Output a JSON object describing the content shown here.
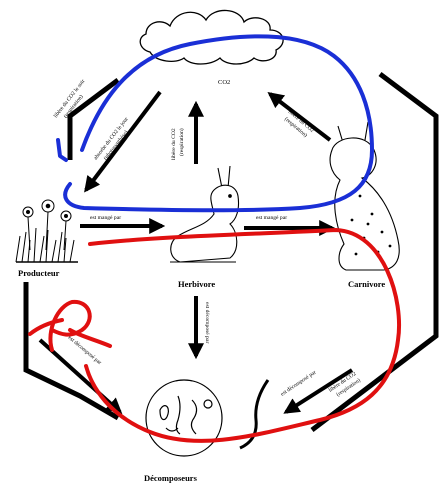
{
  "nodes": {
    "producteur": "Producteur",
    "herbivore": "Herbivore",
    "carnivore": "Carnivore",
    "decomposeurs": "Décomposeurs",
    "co2": "CO2"
  },
  "arrows": {
    "prod_to_herb": "est mangé par",
    "herb_to_carn": "est mangé par",
    "herb_co2_1": "libère du CO2",
    "herb_co2_2": "(respiration)",
    "carn_co2_1": "libère du CO2",
    "carn_co2_2": "(respiration)",
    "prod_co2_out_1": "libère du CO2 le soir",
    "prod_co2_out_2": "(respiration)",
    "prod_co2_in_1": "absorbe du CO2 le jour",
    "prod_co2_in_2": "(photosynthèse)",
    "herb_decomp": "est décomposé par",
    "prod_decomp": "est décomposé par",
    "carn_decomp": "est décomposé par",
    "decomp_co2_1": "libère du CO2",
    "decomp_co2_2": "(respiration)"
  },
  "annotations": {
    "colors": {
      "blue": "#1a2fd6",
      "red": "#e01010",
      "ink": "#000000"
    }
  }
}
